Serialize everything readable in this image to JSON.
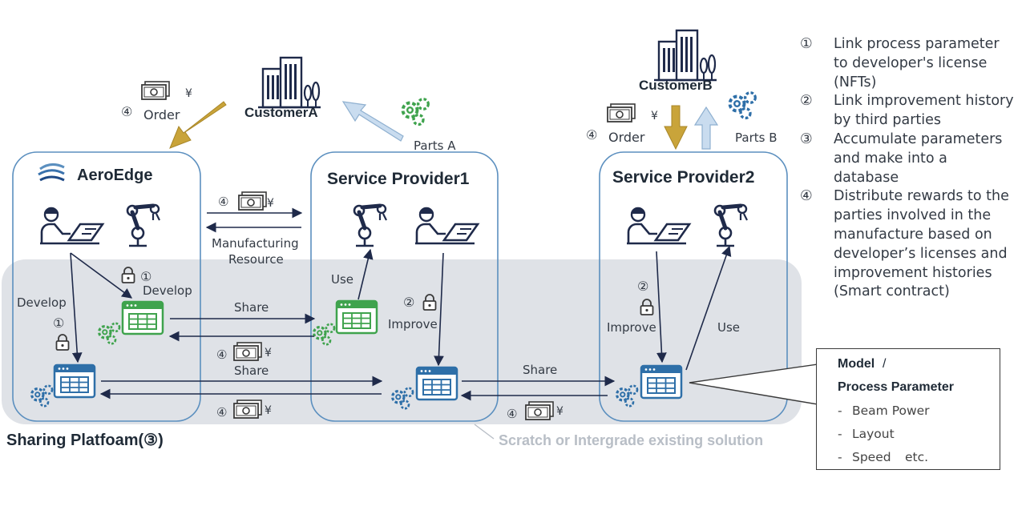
{
  "customers": {
    "a": "CustomerA",
    "b": "CustomerB"
  },
  "boxes": {
    "aeroedge": "AeroEdge",
    "sp1": "Service Provider1",
    "sp2": "Service Provider2"
  },
  "platform": {
    "label": "Sharing Platfoam(③)",
    "scratch_note": "Scratch or Intergrade existing solution"
  },
  "labels": {
    "order": "Order",
    "num4": "④",
    "num1": "①",
    "num2": "②",
    "yen": "¥",
    "parts_a": "Parts A",
    "parts_b": "Parts B",
    "manufacturing": "Manufacturing",
    "resource": "Resource",
    "develop": "Develop",
    "share": "Share",
    "use": "Use",
    "improve": "Improve"
  },
  "legend": [
    {
      "num": "①",
      "text": "Link process parameter to developer's license (NFTs)"
    },
    {
      "num": "②",
      "text": "Link improvement history by third parties"
    },
    {
      "num": "③",
      "text": "Accumulate parameters and make into a database"
    },
    {
      "num": "④",
      "text": "Distribute rewards to the parties involved in the manufacture based on developer’s licenses and improvement histories (Smart contract)"
    }
  ],
  "callout": {
    "title1": "Model",
    "title_slash": "/",
    "title2": "Process Parameter",
    "items": [
      "Beam Power",
      "Layout",
      "Speed"
    ],
    "items_suffix": "etc.",
    "dash": "-"
  },
  "colors": {
    "box_border": "#5b8fbf",
    "platform_fill": "#dfe2e7",
    "green_icon": "#3fa34d",
    "blue_icon": "#2e6fa8",
    "order_arrow": "#c9a43a",
    "parts_arrow": "#a9c6e2",
    "navy": "#1f2a4a"
  }
}
